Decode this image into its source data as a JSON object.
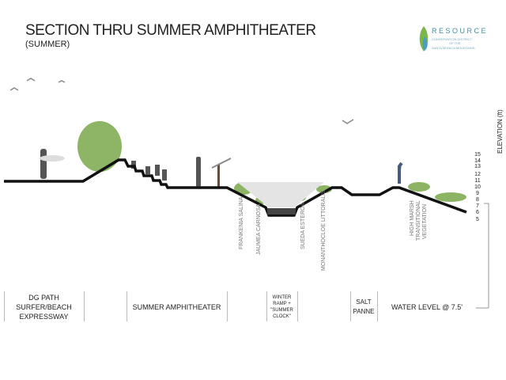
{
  "header": {
    "title": "SECTION THRU SUMMER AMPHITHEATER",
    "subtitle": "(SUMMER)"
  },
  "logo": {
    "word": "RESOURCE",
    "line1": "CONSERVATION DISTRICT",
    "line2": "OF THE",
    "line3": "SANTA MONICA MOUNTAINS"
  },
  "elevation": {
    "label": "ELEVATION (ft)",
    "ticks": [
      "15",
      "14",
      "13",
      "12",
      "11",
      "10",
      "9",
      "8",
      "7",
      "6",
      "5"
    ]
  },
  "plants": [
    "FRANKENIA SALINA",
    "JAUMEA CARNOSA",
    "SUEDA ESTEROA",
    "MONANTHOCLOE LITTORALIS",
    "HIGH MARSH",
    "TRANSITIONAL",
    "VEGETATION"
  ],
  "zones": {
    "dg_path": "DG PATH",
    "surfer": "SURFER/BEACH",
    "expressway": "EXPRESSWAY",
    "amphitheater": "SUMMER AMPHITHEATER",
    "winter1": "WINTER",
    "winter2": "RAMP +",
    "winter3": "\"SUMMER",
    "winter4": "CLOCK\"",
    "salt": "SALT",
    "panne": "PANNE",
    "water": "WATER LEVEL @ 7.5'"
  },
  "colors": {
    "ground": "#111111",
    "plant": "#7aa84a",
    "accent": "#3e8fa6"
  }
}
